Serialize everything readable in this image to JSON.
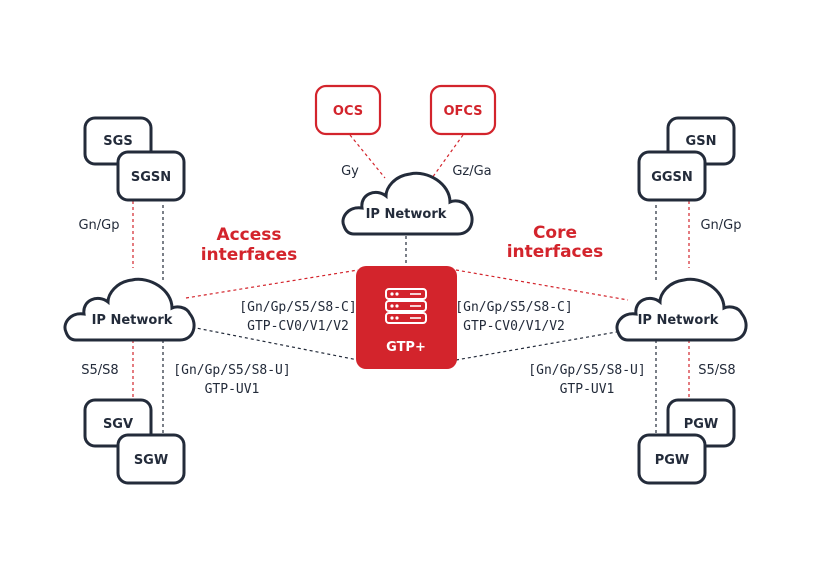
{
  "nodes": {
    "ocs": "OCS",
    "ofcs": "OFCS",
    "sgs": "SGS",
    "sgsn": "SGSN",
    "gsn": "GSN",
    "ggsn": "GGSN",
    "sgv": "SGV",
    "sgw": "SGW",
    "pgw_back": "PGW",
    "pgw_front": "PGW",
    "gtp": "GTP+"
  },
  "clouds": {
    "top": "IP Network",
    "left": "IP Network",
    "right": "IP Network"
  },
  "titles": {
    "access_line1": "Access",
    "access_line2": "interfaces",
    "core_line1": "Core",
    "core_line2": "interfaces"
  },
  "links": {
    "gy": "Gy",
    "gzga": "Gz/Ga",
    "left_gngp": "Gn/Gp",
    "right_gngp": "Gn/Gp",
    "left_s5s8": "S5/S8",
    "right_s5s8": "S5/S8"
  },
  "interfaces": {
    "left_c_line1": "[Gn/Gp/S5/S8-C]",
    "left_c_line2": "GTP-CV0/V1/V2",
    "left_u_line1": "[Gn/Gp/S5/S8-U]",
    "left_u_line2": "GTP-UV1",
    "right_c_line1": "[Gn/Gp/S5/S8-C]",
    "right_c_line2": "GTP-CV0/V1/V2",
    "right_u_line1": "[Gn/Gp/S5/S8-U]",
    "right_u_line2": "GTP-UV1"
  },
  "colors": {
    "accent": "#d3242c",
    "node_stroke": "#232b3a"
  },
  "icons": [
    "server-rack-icon",
    "cloud-icon"
  ]
}
